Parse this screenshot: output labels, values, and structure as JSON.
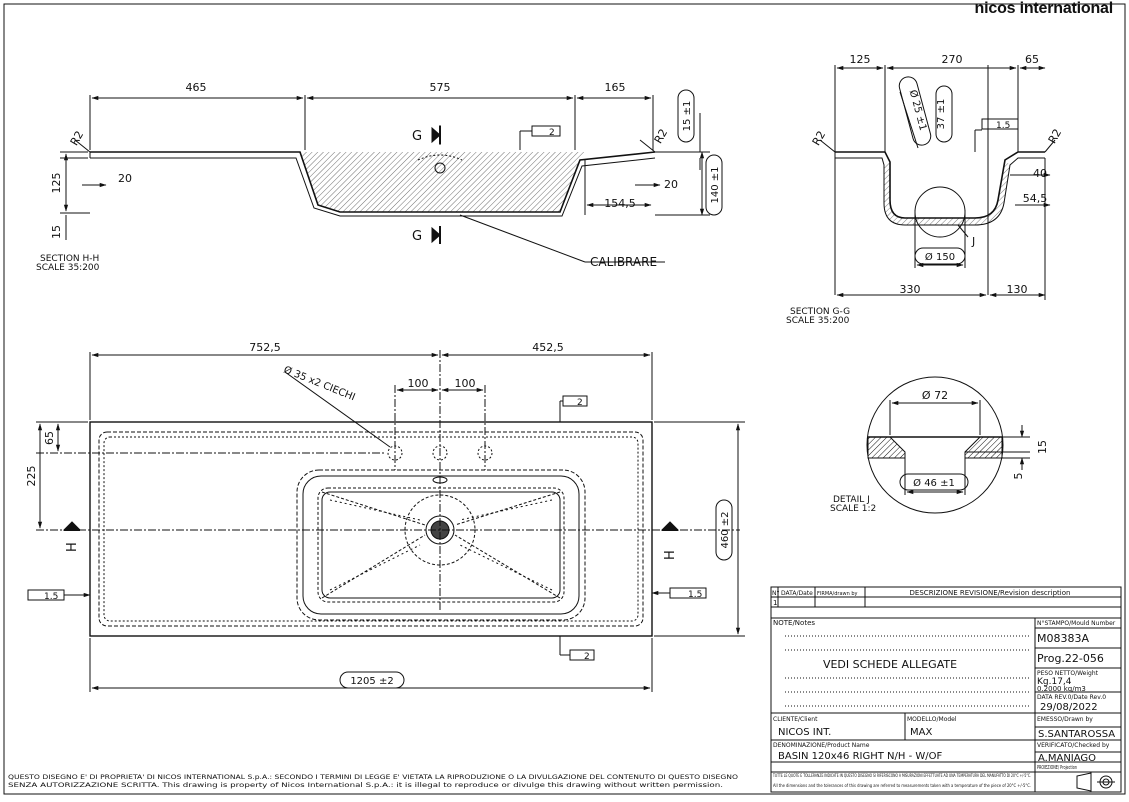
{
  "brand": "nicos international",
  "section_hh": {
    "label": "SECTION H-H",
    "scale": "SCALE 35:200",
    "dims": {
      "left": "465",
      "middle": "575",
      "right": "165",
      "height": "125",
      "base": "15",
      "r_left": "R2",
      "r_right": "R2",
      "offset_left": "20",
      "offset_right": "20",
      "thick": "15 ±1",
      "depth": "140 ±1",
      "bowl": "154,5"
    },
    "cut": "G",
    "flatness": "2",
    "callout": "CALIBRARE"
  },
  "section_gg": {
    "label": "SECTION G-G",
    "scale": "SCALE 35:200",
    "dims": {
      "top_a": "125",
      "top_b": "270",
      "top_c": "65",
      "dia_hole": "Ø 25 ±1",
      "hole_h": "37 ±1",
      "r_left": "R2",
      "r_right": "R2",
      "side_a": "40",
      "side_b": "54,5",
      "drain": "Ø 150",
      "bottom_a": "330",
      "bottom_b": "130"
    },
    "flatness": "1.5",
    "detail_mark": "J"
  },
  "plan": {
    "dims": {
      "left": "752,5",
      "right": "452,5",
      "hole_a": "100",
      "hole_b": "100",
      "holes": "Ø 35 x2 CIECHI",
      "top": "65",
      "depth": "225",
      "height": "460 ±2",
      "width": "1205 ±2"
    },
    "cut": "H",
    "flat_top": "2",
    "flat_left": "1.5",
    "flat_right": "1.5",
    "flat_bottom": "2"
  },
  "detail_j": {
    "label": "DETAIL J",
    "scale": "SCALE 1:2",
    "dims": {
      "outer": "Ø 72",
      "inner": "Ø 46 ±1",
      "thick": "15",
      "step": "5"
    }
  },
  "title_block": {
    "rev_headers": {
      "num": "N°",
      "date": "DATA/Date",
      "sign": "FIRMA/drawn by",
      "desc": "DESCRIZIONE REVISIONE/Revision description"
    },
    "rev_row_num": "1",
    "notes_label": "NOTE/Notes",
    "notes_text": "VEDI SCHEDE ALLEGATE",
    "mould_label": "N°STAMPO/Mould Number",
    "mould": "M08383A",
    "prog": "Prog.22-056",
    "weight_label": "PESO NETTO/Weight",
    "weight": "Kg.17,4",
    "density": "0.2000 kg/m3",
    "date_label": "DATA REV.0/Date Rev.0",
    "date": "29/08/2022",
    "client_label": "CLIENTE/Client",
    "client": "NICOS INT.",
    "model_label": "MODELLO/Model",
    "model": "MAX",
    "drawn_label": "EMESSO/Drawn by",
    "drawn": "S.SANTAROSSA",
    "product_label": "DENOMINAZIONE/Product Name",
    "product": "BASIN 120x46 RIGHT N/H - W/OF",
    "checked_label": "VERIFICATO/Checked by",
    "checked": "A.MANIAGO",
    "tol_it": "TUTTE LE QUOTE E TOLLERANZE INDICATE IN QUESTO DISEGNO SI RIFERISCONO A MISURAZIONI EFFETTUATE AD UNA TEMPERATURA DEL MANUFATTO DI 20°C +/-5°C.",
    "tol_en": "All the dimensions and the tolerances of this drawing are referred to measurements taken with a temperature of the piece of 20°C +/-5°C.",
    "proj_label": "PROIEZIONE/ Projection"
  },
  "footer": {
    "line1": "QUESTO DISEGNO E' DI PROPRIETA' DI NICOS INTERNATIONAL S.p.A.: SECONDO I TERMINI DI LEGGE E' VIETATA LA RIPRODUZIONE O LA DIVULGAZIONE DEL CONTENUTO DI QUESTO DISEGNO",
    "line2": "SENZA AUTORIZZAZIONE SCRITTA. This drawing is property of Nicos International S.p.A.: it is illegal to reproduce or divulge this drawing without written permission."
  }
}
